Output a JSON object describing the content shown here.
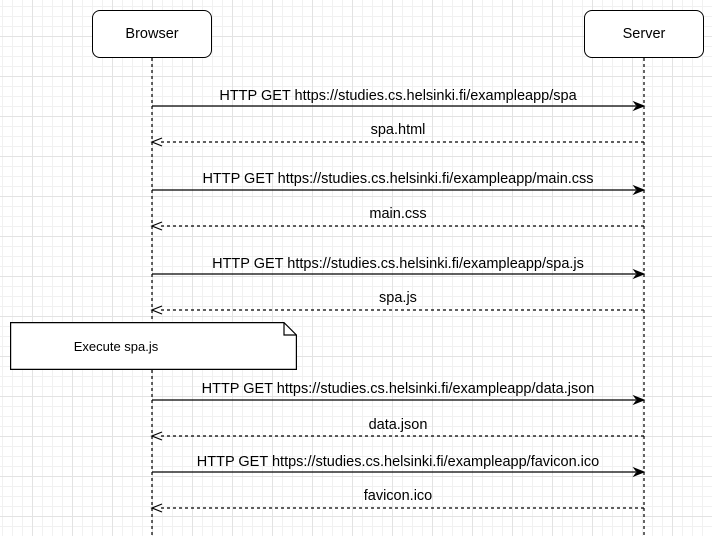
{
  "participants": {
    "browser": "Browser",
    "server": "Server"
  },
  "messages": [
    {
      "label": "HTTP GET https://studies.cs.helsinki.fi/exampleapp/spa",
      "direction": "browser-to-server",
      "style": "solid"
    },
    {
      "label": "spa.html",
      "direction": "server-to-browser",
      "style": "dashed"
    },
    {
      "label": "HTTP GET https://studies.cs.helsinki.fi/exampleapp/main.css",
      "direction": "browser-to-server",
      "style": "solid"
    },
    {
      "label": "main.css",
      "direction": "server-to-browser",
      "style": "dashed"
    },
    {
      "label": "HTTP GET https://studies.cs.helsinki.fi/exampleapp/spa.js",
      "direction": "browser-to-server",
      "style": "solid"
    },
    {
      "label": "spa.js",
      "direction": "server-to-browser",
      "style": "dashed"
    },
    {
      "label": "HTTP GET https://studies.cs.helsinki.fi/exampleapp/data.json",
      "direction": "browser-to-server",
      "style": "solid"
    },
    {
      "label": "data.json",
      "direction": "server-to-browser",
      "style": "dashed"
    },
    {
      "label": "HTTP GET https://studies.cs.helsinki.fi/exampleapp/favicon.ico",
      "direction": "browser-to-server",
      "style": "solid"
    },
    {
      "label": "favicon.ico",
      "direction": "server-to-browser",
      "style": "dashed"
    }
  ],
  "note": {
    "text": "Execute spa.js"
  },
  "colors": {
    "line": "#000000",
    "grid": "#e3e3e3",
    "background": "#ffffff"
  }
}
